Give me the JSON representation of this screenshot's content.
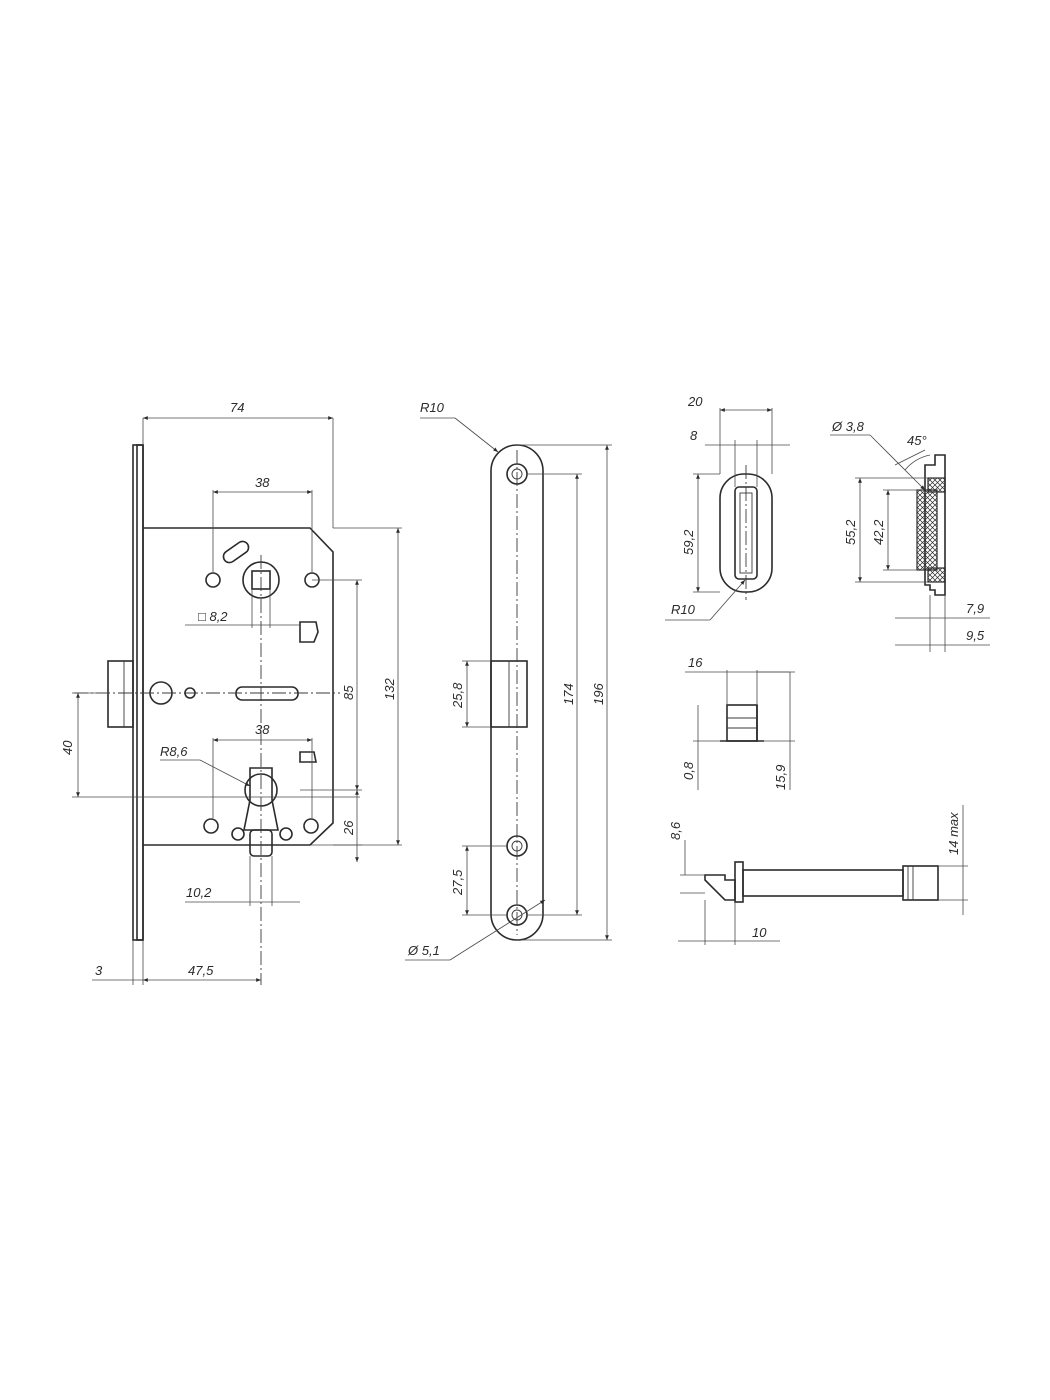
{
  "lock_body": {
    "width": "74",
    "handle_spacing": "38",
    "spindle_square": "□ 8,2",
    "backset_center": "85",
    "height": "132",
    "cylinder_spacing": "38",
    "cylinder_radius": "R8,6",
    "cylinder_offset": "26",
    "cylinder_width": "10,2",
    "latch_offset": "40",
    "faceplate_thickness": "3",
    "backset": "47,5"
  },
  "faceplate": {
    "corner_radius": "R10",
    "latch_height": "25,8",
    "screw_spacing": "174",
    "total_length": "196",
    "screw_offset": "27,5",
    "screw_diameter": "Ø 5,1"
  },
  "strike_plate": {
    "width": "20",
    "slot_width": "8",
    "slot_height": "59,2",
    "corner_radius": "R10"
  },
  "strike_section": {
    "hole_diameter": "Ø 3,8",
    "chamfer_angle": "45°",
    "outer_height": "55,2",
    "inner_height": "42,2",
    "depth_small": "7,9",
    "depth_large": "9,5"
  },
  "latch_detail": {
    "width": "16",
    "offset": "0,8",
    "height": "15,9"
  },
  "spindle": {
    "tip_height": "8,6",
    "max_height": "14 max",
    "length": "10"
  }
}
